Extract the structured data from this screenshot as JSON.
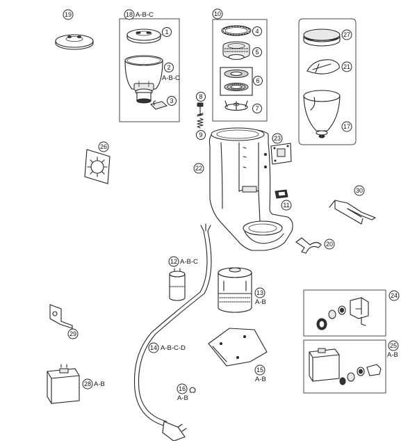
{
  "callouts": [
    {
      "id": "1",
      "variant": ""
    },
    {
      "id": "2",
      "variant": "A-B-C"
    },
    {
      "id": "3",
      "variant": ""
    },
    {
      "id": "4",
      "variant": ""
    },
    {
      "id": "5",
      "variant": ""
    },
    {
      "id": "6",
      "variant": ""
    },
    {
      "id": "7",
      "variant": ""
    },
    {
      "id": "8",
      "variant": ""
    },
    {
      "id": "9",
      "variant": ""
    },
    {
      "id": "10",
      "variant": ""
    },
    {
      "id": "11",
      "variant": ""
    },
    {
      "id": "12",
      "variant": "A-B-C"
    },
    {
      "id": "13",
      "variant": "A-B"
    },
    {
      "id": "14",
      "variant": "A-B-C-D"
    },
    {
      "id": "15",
      "variant": "A-B"
    },
    {
      "id": "16",
      "variant": "A-B"
    },
    {
      "id": "17",
      "variant": ""
    },
    {
      "id": "18",
      "variant": "A-B-C"
    },
    {
      "id": "19",
      "variant": ""
    },
    {
      "id": "20",
      "variant": ""
    },
    {
      "id": "21",
      "variant": ""
    },
    {
      "id": "22",
      "variant": ""
    },
    {
      "id": "23",
      "variant": ""
    },
    {
      "id": "24",
      "variant": ""
    },
    {
      "id": "25",
      "variant": "A-B"
    },
    {
      "id": "26",
      "variant": ""
    },
    {
      "id": "27",
      "variant": ""
    },
    {
      "id": "28",
      "variant": "A-B"
    },
    {
      "id": "29",
      "variant": ""
    },
    {
      "id": "30",
      "variant": ""
    }
  ],
  "colors": {
    "line": "#222222",
    "background": "#ffffff"
  }
}
